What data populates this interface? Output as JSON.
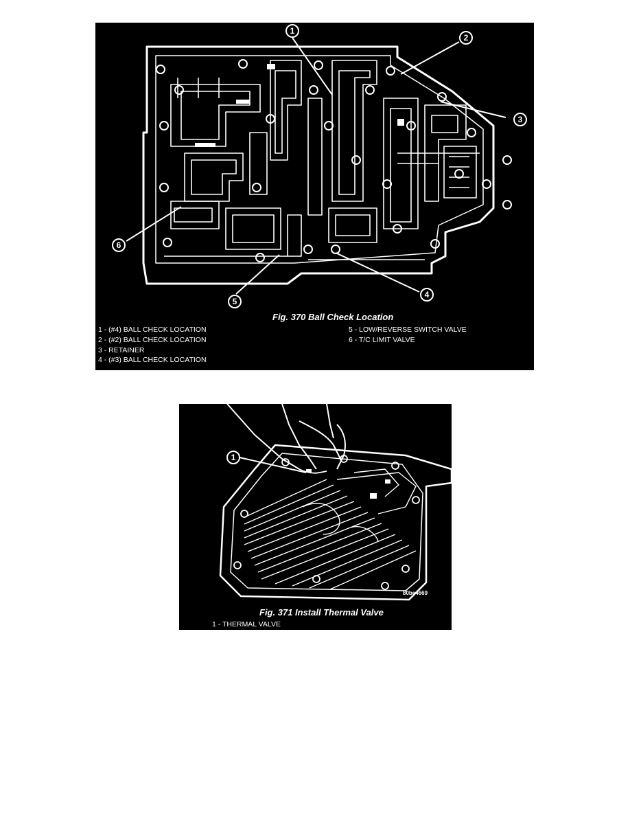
{
  "fig370": {
    "caption": "Fig. 370 Ball Check Location",
    "callouts": [
      "1",
      "2",
      "3",
      "4",
      "5",
      "6"
    ],
    "legend_left": [
      "1 - (#4) BALL CHECK LOCATION",
      "2 - (#2) BALL CHECK LOCATION",
      "3 - RETAINER",
      "4 - (#3) BALL CHECK LOCATION"
    ],
    "legend_right": [
      "5 - LOW/REVERSE SWITCH VALVE",
      "6 - T/C LIMIT VALVE"
    ]
  },
  "fig371": {
    "caption": "Fig. 371 Install Thermal Valve",
    "callouts": [
      "1"
    ],
    "image_code": "80be4669",
    "legend": [
      "1 - THERMAL VALVE"
    ]
  }
}
